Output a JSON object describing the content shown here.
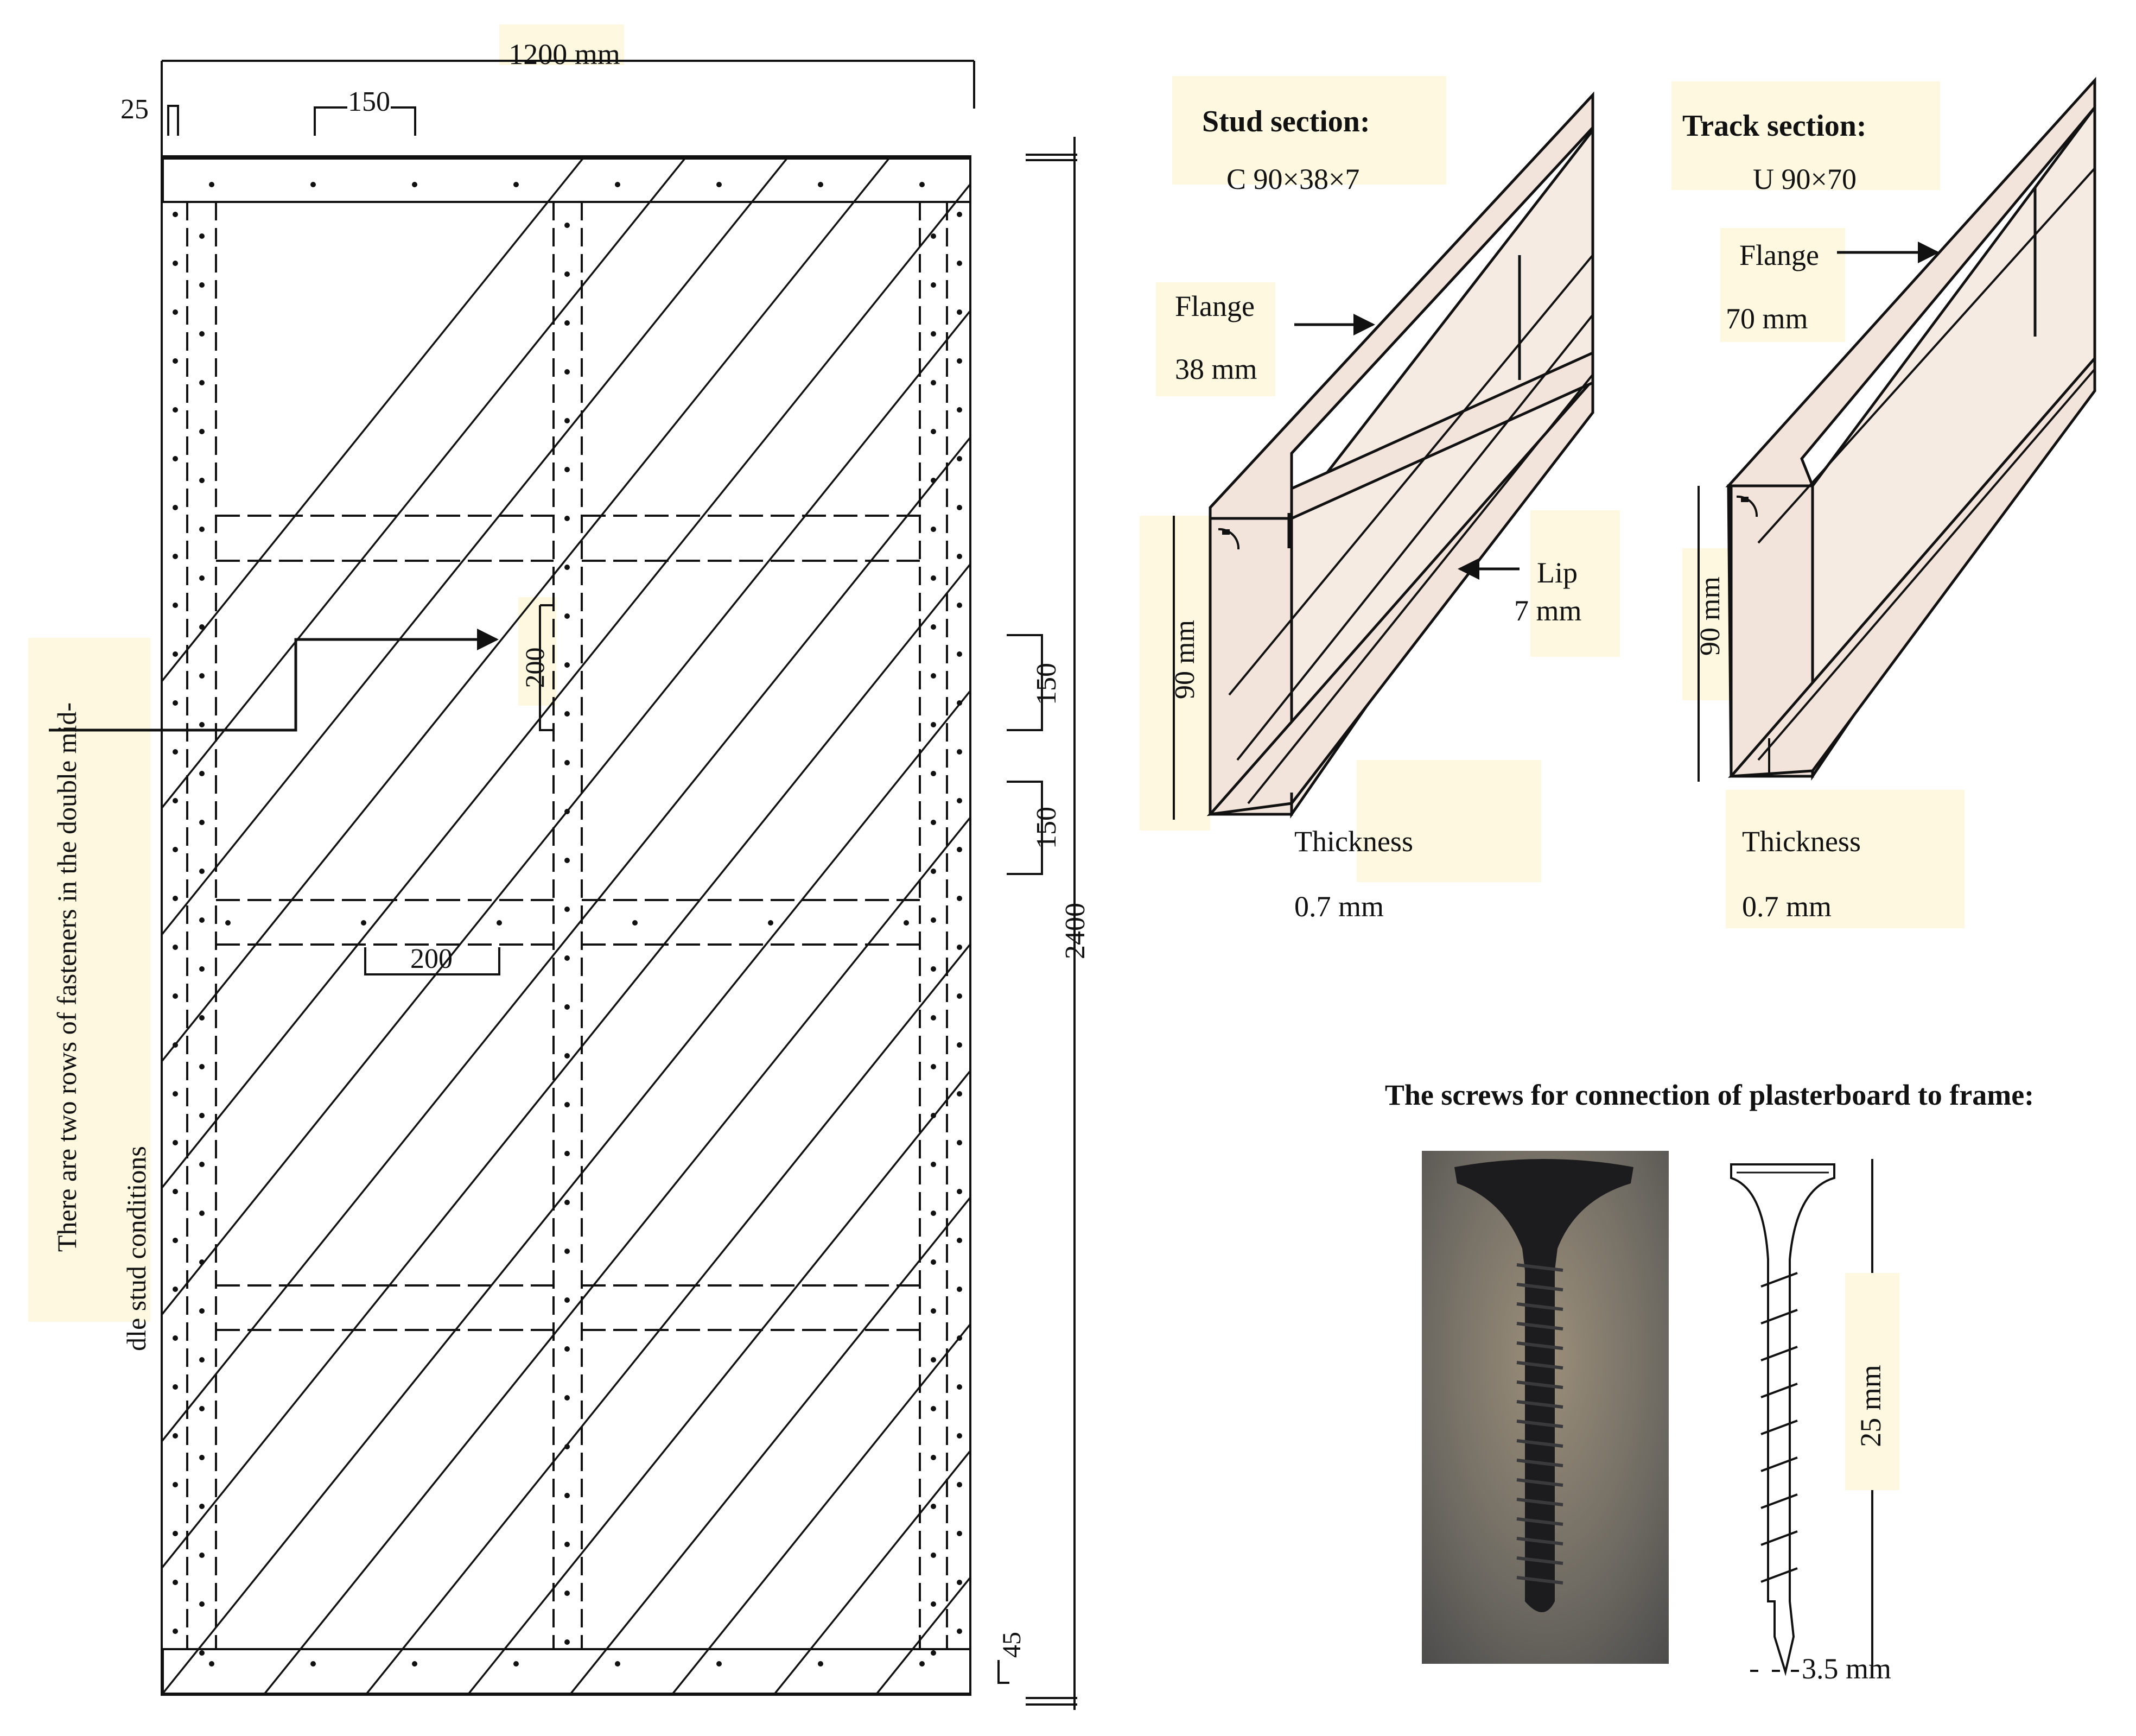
{
  "wall": {
    "width_label": "1200 mm",
    "edge_label": "25",
    "spacing_top": "150",
    "spacing_mid": "200",
    "spacing_vertical": "200",
    "dim_150_a": "150",
    "dim_150_b": "150",
    "height_label": "2400",
    "bottom_label": "45",
    "note_line1": "There are two rows of fasteners in the double mid-",
    "note_line2": "dle stud conditions"
  },
  "stud": {
    "title": "Stud section:",
    "designation": "C 90×38×7",
    "flange_label": "Flange",
    "flange_value": "38 mm",
    "lip_label": "Lip",
    "lip_value": "7 mm",
    "depth": "90 mm",
    "thickness_label": "Thickness",
    "thickness_value": "0.7 mm"
  },
  "track": {
    "title": "Track section:",
    "designation": "U 90×70",
    "flange_label": "Flange",
    "flange_value": "70 mm",
    "depth": "90 mm",
    "thickness_label": "Thickness",
    "thickness_value": "0.7 mm"
  },
  "screw": {
    "title": "The screws for connection of plasterboard to frame:",
    "length": "25 mm",
    "diameter": "3.5 mm"
  },
  "colors": {
    "line": "#111111",
    "profile_fill": "#f2e4da",
    "highlight": "#fdf8df",
    "screw_black": "#1c1c1e"
  }
}
